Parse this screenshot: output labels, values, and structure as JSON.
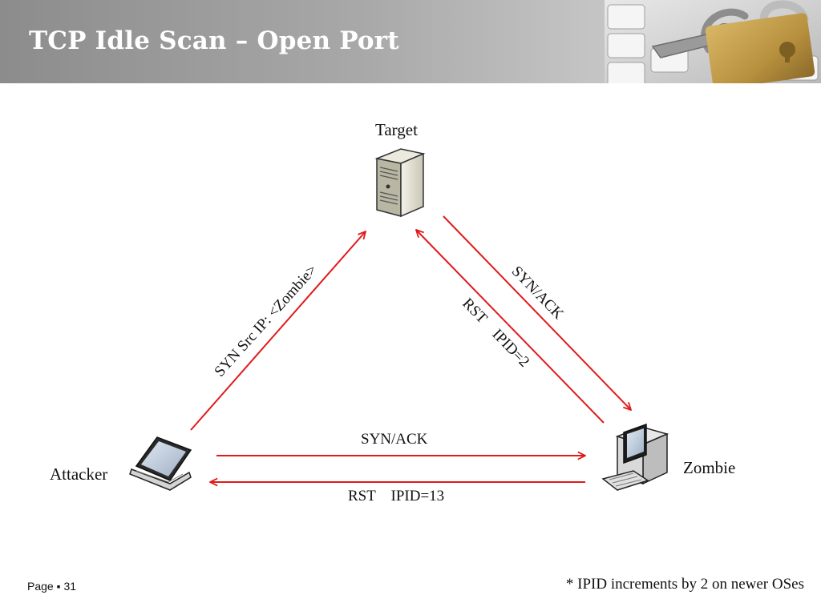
{
  "header": {
    "title": "TCP Idle Scan – Open Port"
  },
  "nodes": {
    "target": "Target",
    "attacker": "Attacker",
    "zombie": "Zombie"
  },
  "edges": {
    "attacker_to_target": "SYN  Src IP: <Zombie>",
    "target_to_zombie": "SYN/ACK",
    "zombie_to_target": "RST    IPID=2",
    "attacker_to_zombie": "SYN/ACK",
    "zombie_to_attacker": "RST    IPID=13"
  },
  "footer": {
    "page": "Page ▪ 31",
    "note": "* IPID increments by 2 on newer OSes"
  },
  "colors": {
    "arrow": "#e01b1b"
  }
}
